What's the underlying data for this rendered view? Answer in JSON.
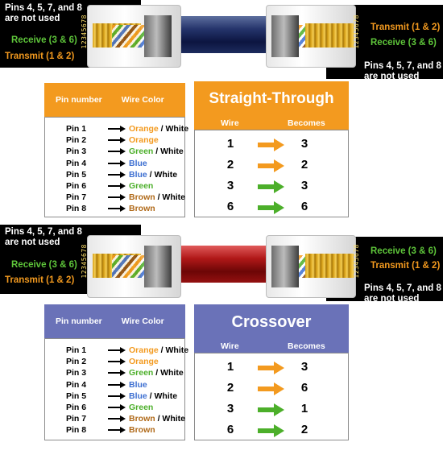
{
  "colors": {
    "orange": "#f39a1f",
    "green": "#4caf2a",
    "blue": "#3d6fd1",
    "brown": "#b06a1a",
    "straight_header": "#f39a1f",
    "crossover_header": "#6a72b8"
  },
  "straight": {
    "left_box": {
      "unused": "Pins 4, 5, 7, and 8 are not used",
      "receive": "Receive (3 & 6)",
      "transmit": "Transmit (1 & 2)",
      "pin_digits": "12345678"
    },
    "right_box": {
      "transmit": "Transmit (1 & 2)",
      "receive": "Receive (3 & 6)",
      "unused": "Pins 4, 5, 7, and 8 are not used",
      "pin_digits": "12345678"
    },
    "pin_table": {
      "col_pin": "Pin number",
      "col_color": "Wire Color",
      "rows": [
        {
          "pin": "Pin 1",
          "color": "Orange",
          "suffix": " / White",
          "tone": "orange"
        },
        {
          "pin": "Pin 2",
          "color": "Orange",
          "suffix": "",
          "tone": "orange"
        },
        {
          "pin": "Pin 3",
          "color": "Green",
          "suffix": " / White",
          "tone": "green"
        },
        {
          "pin": "Pin 4",
          "color": "Blue",
          "suffix": "",
          "tone": "blue"
        },
        {
          "pin": "Pin 5",
          "color": "Blue",
          "suffix": " / White",
          "tone": "blue"
        },
        {
          "pin": "Pin 6",
          "color": "Green",
          "suffix": "",
          "tone": "green"
        },
        {
          "pin": "Pin 7",
          "color": "Brown",
          "suffix": " / White",
          "tone": "brown"
        },
        {
          "pin": "Pin 8",
          "color": "Brown",
          "suffix": "",
          "tone": "brown"
        }
      ]
    },
    "mapping": {
      "title": "Straight-Through",
      "col_wire": "Wire",
      "col_becomes": "Becomes",
      "rows": [
        {
          "wire": "1",
          "becomes": "3",
          "arrow": "orange"
        },
        {
          "wire": "2",
          "becomes": "2",
          "arrow": "orange"
        },
        {
          "wire": "3",
          "becomes": "3",
          "arrow": "green"
        },
        {
          "wire": "6",
          "becomes": "6",
          "arrow": "green"
        }
      ]
    }
  },
  "crossover": {
    "left_box": {
      "unused": "Pins 4, 5, 7, and 8 are not used",
      "receive": "Receive (3 & 6)",
      "transmit": "Transmit (1 & 2)",
      "pin_digits": "12345678"
    },
    "right_box": {
      "receive": "Receive (3 & 6)",
      "transmit": "Transmit (1 & 2)",
      "unused": "Pins 4, 5, 7, and 8 are not used",
      "pin_digits": "12345678"
    },
    "pin_table": {
      "col_pin": "Pin number",
      "col_color": "Wire Color",
      "rows": [
        {
          "pin": "Pin 1",
          "color": "Orange",
          "suffix": " / White",
          "tone": "orange"
        },
        {
          "pin": "Pin 2",
          "color": "Orange",
          "suffix": "",
          "tone": "orange"
        },
        {
          "pin": "Pin 3",
          "color": "Green",
          "suffix": " / White",
          "tone": "green"
        },
        {
          "pin": "Pin 4",
          "color": "Blue",
          "suffix": "",
          "tone": "blue"
        },
        {
          "pin": "Pin 5",
          "color": "Blue",
          "suffix": " / White",
          "tone": "blue"
        },
        {
          "pin": "Pin 6",
          "color": "Green",
          "suffix": "",
          "tone": "green"
        },
        {
          "pin": "Pin 7",
          "color": "Brown",
          "suffix": " / White",
          "tone": "brown"
        },
        {
          "pin": "Pin 8",
          "color": "Brown",
          "suffix": "",
          "tone": "brown"
        }
      ]
    },
    "mapping": {
      "title": "Crossover",
      "col_wire": "Wire",
      "col_becomes": "Becomes",
      "rows": [
        {
          "wire": "1",
          "becomes": "3",
          "arrow": "orange"
        },
        {
          "wire": "2",
          "becomes": "6",
          "arrow": "orange"
        },
        {
          "wire": "3",
          "becomes": "1",
          "arrow": "green"
        },
        {
          "wire": "6",
          "becomes": "2",
          "arrow": "green"
        }
      ]
    }
  }
}
